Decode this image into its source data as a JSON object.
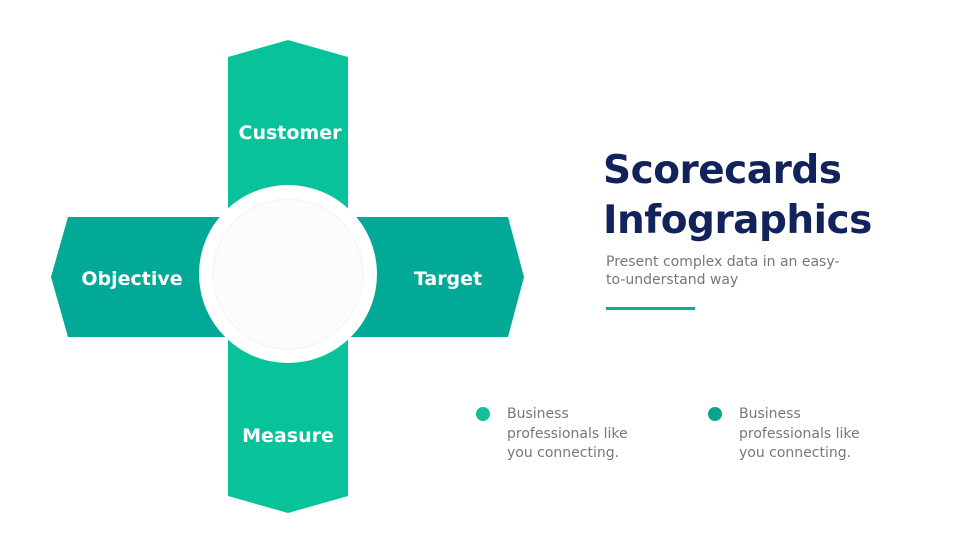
{
  "diagram": {
    "top": "Customer",
    "left": "Objective",
    "right": "Target",
    "bottom": "Measure",
    "colors": {
      "vertical": "#08C29A",
      "horizontal": "#02A996",
      "center": "#FFFFFF"
    }
  },
  "heading": {
    "line1": "Scorecards",
    "line2": "Infographics"
  },
  "subtitle": "Present complex data in an easy-to-understand way",
  "bullets": [
    {
      "text": "Business professionals like you connecting.",
      "color": "#13BE98"
    },
    {
      "text": "Business professionals like you connecting.",
      "color": "#0AA38E"
    }
  ]
}
